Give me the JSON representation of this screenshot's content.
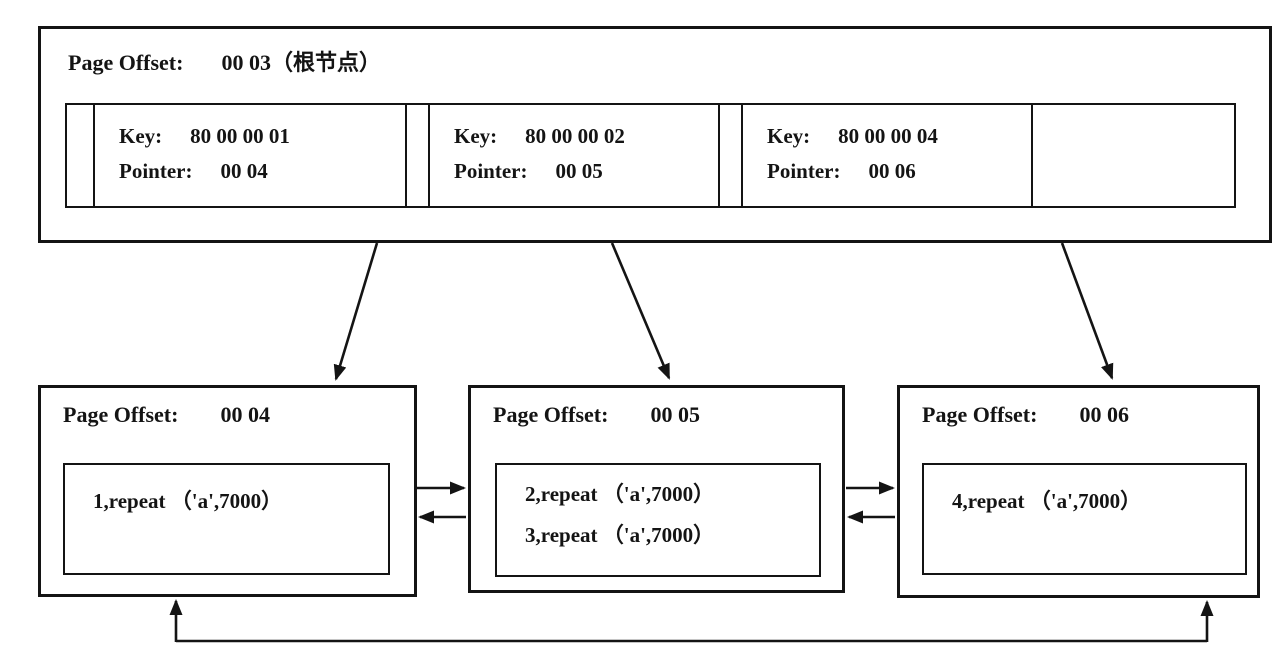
{
  "root": {
    "label": "Page Offset:",
    "value": "00 03（根节点）",
    "cells": [
      {
        "key_label": "Key:",
        "key": "80 00 00 01",
        "pointer_label": "Pointer:",
        "pointer": "00 04"
      },
      {
        "key_label": "Key:",
        "key": "80 00 00 02",
        "pointer_label": "Pointer:",
        "pointer": "00 05"
      },
      {
        "key_label": "Key:",
        "key": "80 00 00 04",
        "pointer_label": "Pointer:",
        "pointer": "00 06"
      }
    ]
  },
  "leaves": [
    {
      "label": "Page Offset:",
      "value": "00 04",
      "records": [
        "1,repeat （'a',7000）"
      ]
    },
    {
      "label": "Page Offset:",
      "value": "00 05",
      "records": [
        "2,repeat （'a',7000）",
        "3,repeat （'a',7000）"
      ]
    },
    {
      "label": "Page Offset:",
      "value": "00 06",
      "records": [
        "4,repeat （'a',7000）"
      ]
    }
  ],
  "colors": {
    "line": "#141414",
    "background": "#ffffff"
  }
}
